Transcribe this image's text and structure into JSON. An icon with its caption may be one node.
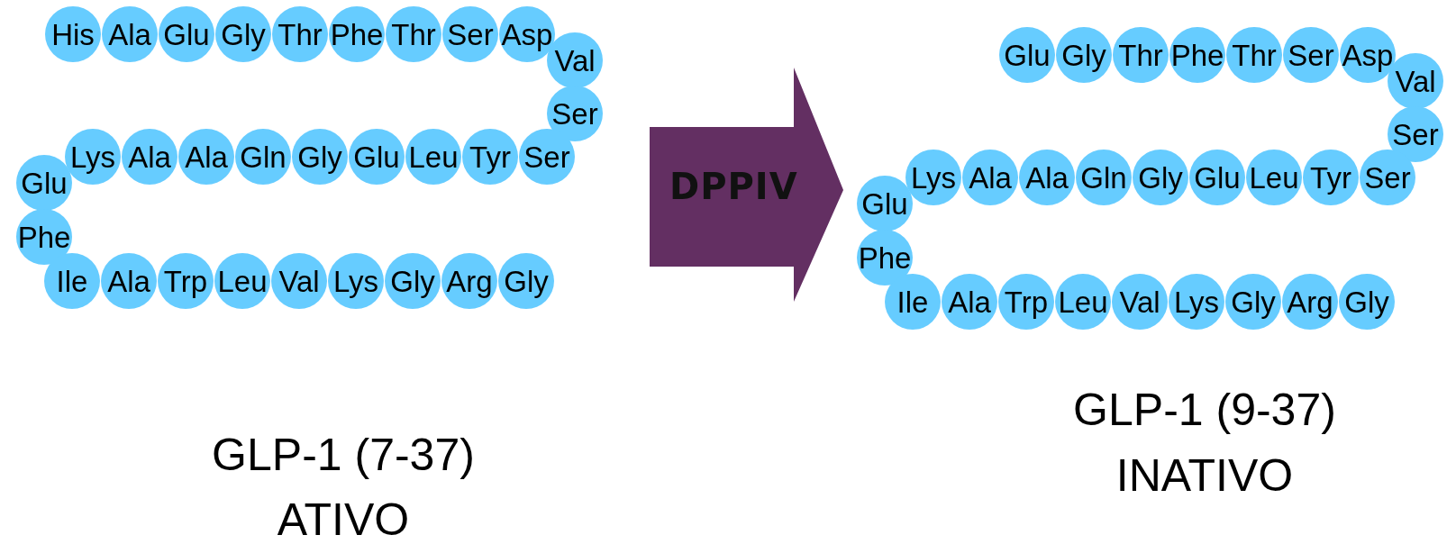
{
  "diagram": {
    "nodes": [
      {
        "text": [
          "His"
        ]
      },
      {
        "text": [
          "Ala"
        ]
      },
      {
        "text": [
          "Glu"
        ]
      },
      {
        "text": [
          "Gly"
        ]
      },
      {
        "text": [
          "Thr"
        ]
      },
      {
        "text": [
          "Phe"
        ]
      },
      {
        "text": [
          "Thr"
        ]
      },
      {
        "text": [
          "Ser"
        ]
      },
      {
        "text": [
          "Asp"
        ]
      },
      {
        "text": [
          "Val"
        ]
      },
      {
        "text": [
          "Ser"
        ]
      },
      {
        "text": [
          "Ser"
        ]
      },
      {
        "text": [
          "Tyr"
        ]
      },
      {
        "text": [
          "Leu"
        ]
      },
      {
        "text": [
          "Glu"
        ]
      },
      {
        "text": [
          "Gly"
        ]
      },
      {
        "text": [
          "Gln"
        ]
      },
      {
        "text": [
          "Ala"
        ]
      },
      {
        "text": [
          "Ala"
        ]
      },
      {
        "text": [
          "Lys"
        ]
      },
      {
        "text": [
          "Glu"
        ]
      },
      {
        "text": [
          "Phe"
        ]
      },
      {
        "text": [
          "Ile"
        ]
      },
      {
        "text": [
          "Ala"
        ]
      },
      {
        "text": [
          "Trp"
        ]
      },
      {
        "text": [
          "Leu"
        ]
      },
      {
        "text": [
          "Val"
        ]
      },
      {
        "text": [
          "Lys"
        ]
      },
      {
        "text": [
          "Gly"
        ]
      },
      {
        "text": [
          "Arg"
        ]
      },
      {
        "text": [
          "Gly"
        ]
      },
      {
        "text": [
          "DPPIV"
        ]
      },
      {
        "text": [
          "Glu"
        ]
      },
      {
        "text": [
          "Gly"
        ]
      },
      {
        "text": [
          "Thr"
        ]
      },
      {
        "text": [
          "Phe"
        ]
      },
      {
        "text": [
          "Thr"
        ]
      },
      {
        "text": [
          "Ser"
        ]
      },
      {
        "text": [
          "Asp"
        ]
      },
      {
        "text": [
          "Val"
        ]
      },
      {
        "text": [
          "Ser"
        ]
      },
      {
        "text": [
          "Ser"
        ]
      },
      {
        "text": [
          "Tyr"
        ]
      },
      {
        "text": [
          "Leu"
        ]
      },
      {
        "text": [
          "Glu"
        ]
      },
      {
        "text": [
          "Gly"
        ]
      },
      {
        "text": [
          "Gln"
        ]
      },
      {
        "text": [
          "Ala"
        ]
      },
      {
        "text": [
          "Ala"
        ]
      },
      {
        "text": [
          "Lys"
        ]
      },
      {
        "text": [
          "Glu"
        ]
      },
      {
        "text": [
          "Phe"
        ]
      },
      {
        "text": [
          "Ile"
        ]
      },
      {
        "text": [
          "Ala"
        ]
      },
      {
        "text": [
          "Trp"
        ]
      },
      {
        "text": [
          "Leu"
        ]
      },
      {
        "text": [
          "Val"
        ]
      },
      {
        "text": [
          "Lys"
        ]
      },
      {
        "text": [
          "Gly"
        ]
      },
      {
        "text": [
          "Arg"
        ]
      },
      {
        "text": [
          "Gly"
        ]
      }
    ],
    "labels": [
      "GLP-1 (7-37)",
      "ATIVO",
      "GLP-1 (9-37)",
      "INATIVO"
    ]
  }
}
